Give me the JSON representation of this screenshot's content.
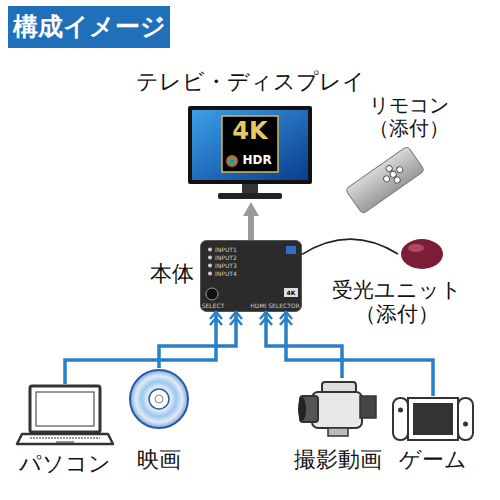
{
  "diagram": {
    "title": "構成イメージ",
    "nodes": [
      {
        "text": [
          "テレビ・ディスプレイ",
          "4K",
          "HDR"
        ]
      },
      {
        "text": [
          "リモコン （添付）"
        ]
      },
      {
        "text": [
          "本体",
          "INPUT1",
          "INPUT2",
          "INPUT3",
          "INPUT4",
          "SELECT",
          "HDMI SELECTOR",
          "4K"
        ]
      },
      {
        "text": [
          "受光ユニット （添付）"
        ]
      },
      {
        "text": [
          "パソコン"
        ]
      },
      {
        "text": [
          "映画"
        ]
      },
      {
        "text": [
          "撮影動画"
        ]
      },
      {
        "text": [
          "ゲーム"
        ]
      }
    ],
    "edges": [
      {
        "from": 4,
        "to": 2,
        "arrow": "to"
      },
      {
        "from": 5,
        "to": 2,
        "arrow": "to"
      },
      {
        "from": 6,
        "to": 2,
        "arrow": "to"
      },
      {
        "from": 7,
        "to": 2,
        "arrow": "to"
      },
      {
        "from": 2,
        "to": 0,
        "arrow": "to"
      },
      {
        "from": 3,
        "to": 2,
        "arrow": "none"
      }
    ]
  }
}
